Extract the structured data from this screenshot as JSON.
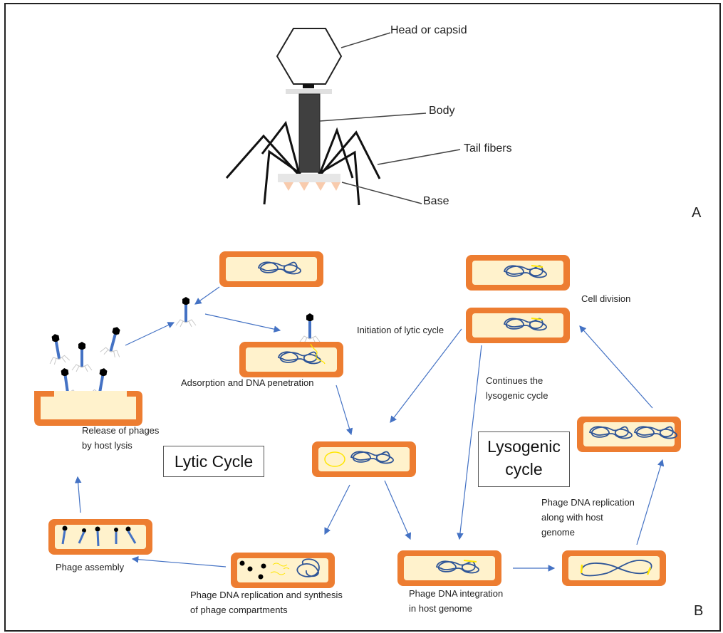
{
  "panel_a": {
    "letter": "A",
    "labels": {
      "head": "Head or capsid",
      "body": "Body",
      "tail_fibers": "Tail fibers",
      "base": "Base"
    }
  },
  "panel_b": {
    "letter": "B",
    "lytic_title": "Lytic Cycle",
    "lysogenic_title_line1": "Lysogenic",
    "lysogenic_title_line2": "cycle",
    "labels": {
      "adsorption": "Adsorption and DNA penetration",
      "release_1": "Release of phages",
      "release_2": "by host lysis",
      "assembly": "Phage assembly",
      "replication_1": "Phage DNA replication and synthesis",
      "replication_2": "of phage compartments",
      "integration_1": "Phage DNA integration",
      "integration_2": "in host genome",
      "lyso_replication_1": "Phage DNA replication",
      "lyso_replication_2": "along with host",
      "lyso_replication_3": "genome",
      "continues_1": "Continues the",
      "continues_2": "lysogenic cycle",
      "initiation": "Initiation of lytic cycle",
      "cell_division": "Cell division"
    }
  },
  "colors": {
    "cell_wall": "#ED7D31",
    "cytoplasm": "#FFF2CC",
    "host_dna": "#2F5597",
    "phage_dna": "#FFE600",
    "arrow": "#4472C4",
    "phage_tail": "#4472C4",
    "phage_head": "#000000",
    "base_spikes": "#F8CBAD",
    "collar": "#E0E0E0",
    "body": "#404040"
  }
}
